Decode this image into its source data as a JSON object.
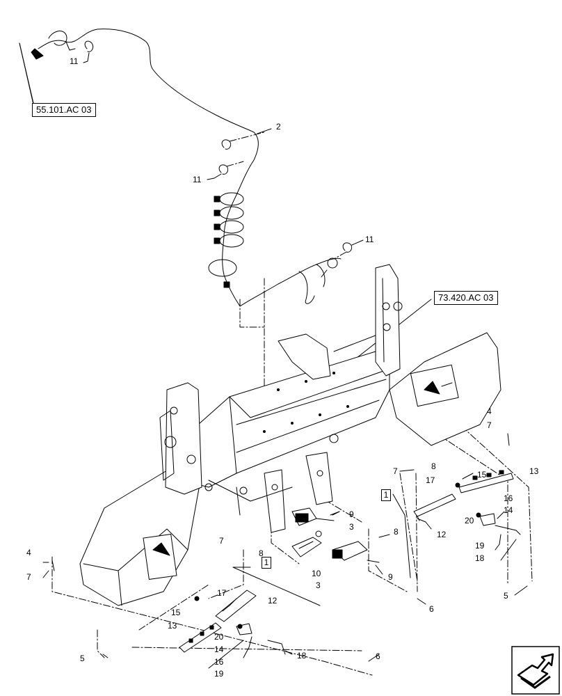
{
  "references": {
    "ref_top": "55.101.AC 03",
    "ref_right": "73.420.AC 03"
  },
  "kit_labels": {
    "kit_right": "1",
    "kit_left": "1"
  },
  "callouts": [
    {
      "id": "c11a",
      "text": "11"
    },
    {
      "id": "c2",
      "text": "2"
    },
    {
      "id": "c11b",
      "text": "11"
    },
    {
      "id": "c11c",
      "text": "11"
    },
    {
      "id": "c4r",
      "text": "4"
    },
    {
      "id": "c7r",
      "text": "7"
    },
    {
      "id": "c13r",
      "text": "13"
    },
    {
      "id": "c7m",
      "text": "7"
    },
    {
      "id": "c8m",
      "text": "8"
    },
    {
      "id": "c17r",
      "text": "17"
    },
    {
      "id": "c15r",
      "text": "15"
    },
    {
      "id": "c16r",
      "text": "16"
    },
    {
      "id": "c14r",
      "text": "14"
    },
    {
      "id": "c20r",
      "text": "20"
    },
    {
      "id": "c12r",
      "text": "12"
    },
    {
      "id": "c19r",
      "text": "19"
    },
    {
      "id": "c18r",
      "text": "18"
    },
    {
      "id": "c9a",
      "text": "9"
    },
    {
      "id": "c3a",
      "text": "3"
    },
    {
      "id": "c8c",
      "text": "8"
    },
    {
      "id": "c10",
      "text": "10"
    },
    {
      "id": "c3b",
      "text": "3"
    },
    {
      "id": "c9b",
      "text": "9"
    },
    {
      "id": "c6r",
      "text": "6"
    },
    {
      "id": "c5r",
      "text": "5"
    },
    {
      "id": "c4l",
      "text": "4"
    },
    {
      "id": "c7l",
      "text": "7"
    },
    {
      "id": "c7c",
      "text": "7"
    },
    {
      "id": "c8l",
      "text": "8"
    },
    {
      "id": "c17l",
      "text": "17"
    },
    {
      "id": "c12l",
      "text": "12"
    },
    {
      "id": "c15l",
      "text": "15"
    },
    {
      "id": "c13l",
      "text": "13"
    },
    {
      "id": "c20l",
      "text": "20"
    },
    {
      "id": "c14l",
      "text": "14"
    },
    {
      "id": "c16l",
      "text": "16"
    },
    {
      "id": "c18l",
      "text": "18"
    },
    {
      "id": "c19l",
      "text": "19"
    },
    {
      "id": "c5l",
      "text": "5"
    },
    {
      "id": "c6l",
      "text": "6"
    }
  ],
  "icons": {
    "nav": "next-page-arrow-icon"
  }
}
